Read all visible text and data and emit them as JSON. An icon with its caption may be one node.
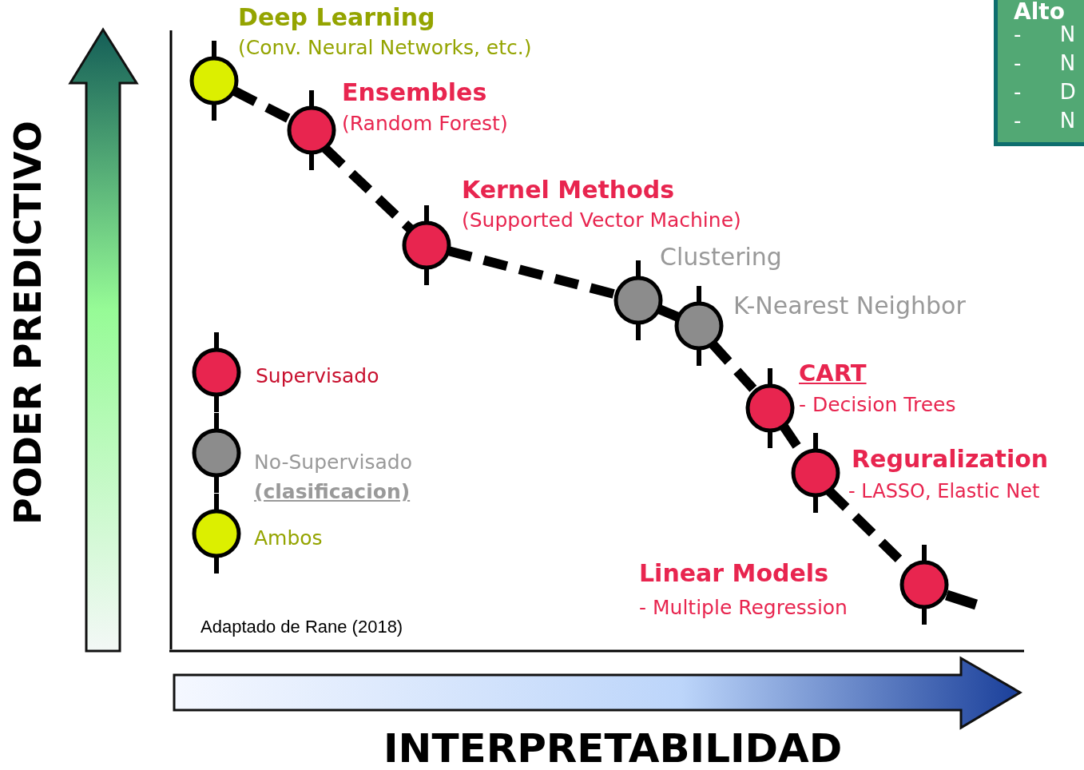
{
  "diagram": {
    "nodes": [
      {
        "text": [
          "Deep Learning",
          "(Conv. Neural Networks, etc.)"
        ]
      },
      {
        "text": [
          "Ensembles",
          "(Random Forest)"
        ]
      },
      {
        "text": [
          "Kernel Methods",
          "(Supported Vector Machine)"
        ]
      },
      {
        "text": [
          "Clustering"
        ]
      },
      {
        "text": [
          "K-Nearest Neighbor"
        ]
      },
      {
        "text": [
          "CART",
          "- Decision Trees"
        ]
      },
      {
        "text": [
          "Reguralization",
          "- LASSO, Elastic Net"
        ]
      },
      {
        "text": [
          "Linear Models",
          "- Multiple Regression"
        ]
      },
      {
        "text": [
          "Alto",
          "- N",
          "- N",
          "- D",
          "- N"
        ]
      }
    ],
    "edges": [
      {
        "from": 0,
        "to": 1,
        "arrow": "none",
        "style": "dashed"
      },
      {
        "from": 1,
        "to": 2,
        "arrow": "none",
        "style": "dashed"
      },
      {
        "from": 2,
        "to": 3,
        "arrow": "none",
        "style": "dashed"
      },
      {
        "from": 3,
        "to": 4,
        "arrow": "none",
        "style": "dashed"
      },
      {
        "from": 4,
        "to": 5,
        "arrow": "none",
        "style": "dashed"
      },
      {
        "from": 5,
        "to": 6,
        "arrow": "none",
        "style": "dashed"
      },
      {
        "from": 6,
        "to": 7,
        "arrow": "none",
        "style": "dashed"
      }
    ],
    "labels": [
      "PODER PREDICTIVO",
      "Adaptado de Rane (2018)",
      "INTERPRETABILIDAD"
    ],
    "legend": [
      {
        "text": "Supervisado",
        "color": "#e8254f"
      },
      {
        "text": "No-Supervisado **(clasificacion)**",
        "color": "#8c8c8c"
      },
      {
        "text": "Ambos",
        "color": "#dcef00"
      }
    ]
  }
}
